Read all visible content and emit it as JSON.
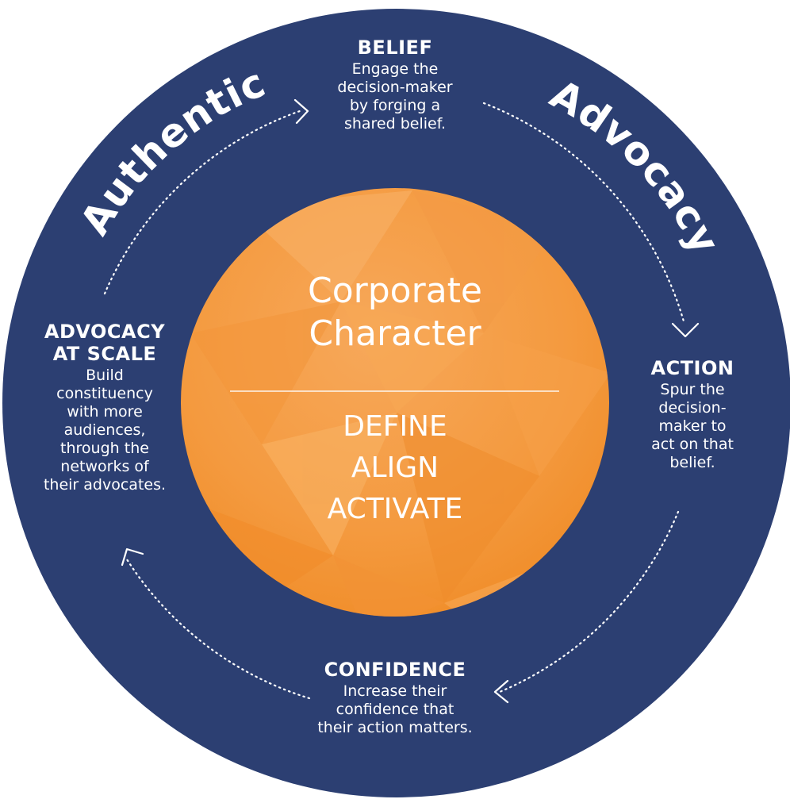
{
  "colors": {
    "ring": "#2c3f72",
    "core_light": "#f6a752",
    "core_dark": "#f08a25",
    "text": "#ffffff"
  },
  "arc_text": {
    "left": "Authentic",
    "right": "Advocacy"
  },
  "center": {
    "title": "Corporate\nCharacter",
    "steps": "DEFINE\nALIGN\nACTIVATE"
  },
  "stages": {
    "belief": {
      "heading": "BELIEF",
      "text": "Engage the\ndecision-maker\nby forging a\nshared belief."
    },
    "action": {
      "heading": "ACTION",
      "text": "Spur the\ndecision-\nmaker to\nact on that\nbelief."
    },
    "confidence": {
      "heading": "CONFIDENCE",
      "text": "Increase their\nconfidence that\ntheir action matters."
    },
    "scale": {
      "heading": "ADVOCACY\nAT SCALE",
      "text": "Build\nconstituency\nwith more\naudiences,\nthrough the\nnetworks of\ntheir advocates."
    }
  },
  "icons": [
    "arrow-chevron-icon"
  ]
}
